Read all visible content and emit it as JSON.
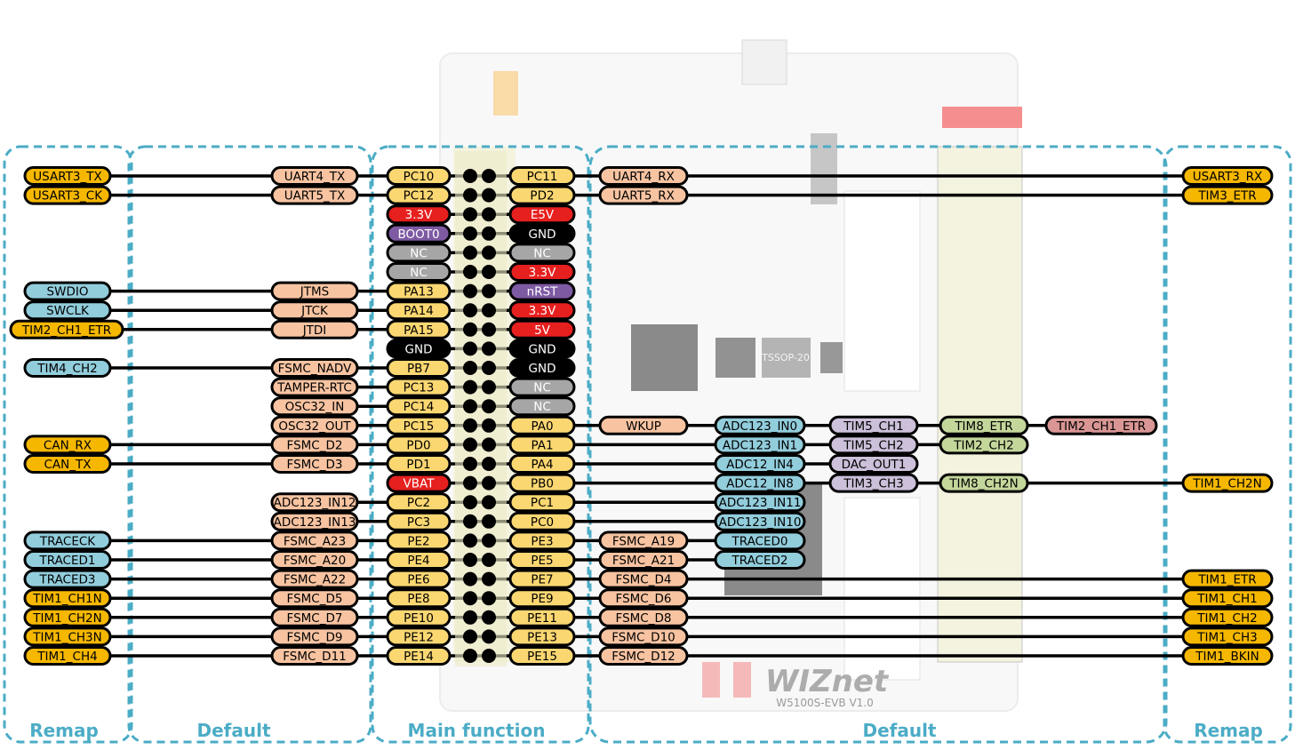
{
  "sections": [
    {
      "id": "remap-left",
      "label": "Remap"
    },
    {
      "id": "default-left",
      "label": "Default"
    },
    {
      "id": "main",
      "label": "Main function"
    },
    {
      "id": "default-right",
      "label": "Default"
    },
    {
      "id": "remap-right",
      "label": "Remap"
    }
  ],
  "board": {
    "brand": "WIZnet",
    "model": "W5100S-EVB V1.0",
    "chip_label": "TSSOP-20"
  },
  "colors": {
    "remap": "#F5B700",
    "default": "#F7C3A1",
    "main": "#FBD772",
    "power": "#E61F1F",
    "ground": "#000000",
    "nc": "#A6A6A6",
    "boot_reset": "#7E5AA3",
    "debug": "#92CDDC",
    "adc": "#92CDDC",
    "tim_purple": "#CCC0DA",
    "tim_green": "#C4D79B",
    "tim_red": "#D99694",
    "section_border": "#4BACC6",
    "section_label": "#4BACC6"
  },
  "rows": [
    {
      "l2": "USART3_TX",
      "l1": "UART4_TX",
      "m1": "PC10",
      "m2": "PC11",
      "r1": "UART4_RX",
      "rr": "USART3_RX"
    },
    {
      "l2": "USART3_CK",
      "l1": "UART5_TX",
      "m1": "PC12",
      "m2": "PD2",
      "r1": "UART5_RX",
      "rr": "TIM3_ETR"
    },
    {
      "m1": "3.3V",
      "m1t": "power",
      "m2": "E5V",
      "m2t": "power"
    },
    {
      "m1": "BOOT0",
      "m1t": "boot",
      "m2": "GND",
      "m2t": "gnd"
    },
    {
      "m1": "NC",
      "m1t": "nc",
      "m2": "NC",
      "m2t": "nc"
    },
    {
      "m1": "NC",
      "m1t": "nc",
      "m2": "3.3V",
      "m2t": "power"
    },
    {
      "l2": "SWDIO",
      "l2t": "debug",
      "l1": "JTMS",
      "m1": "PA13",
      "m2": "nRST",
      "m2t": "boot"
    },
    {
      "l2": "SWCLK",
      "l2t": "debug",
      "l1": "JTCK",
      "m1": "PA14",
      "m2": "3.3V",
      "m2t": "power"
    },
    {
      "l2": "TIM2_CH1_ETR",
      "l2t": "remapwide",
      "l1": "JTDI",
      "m1": "PA15",
      "m2": "5V",
      "m2t": "power"
    },
    {
      "m1": "GND",
      "m1t": "gnd",
      "m2": "GND",
      "m2t": "gnd"
    },
    {
      "l2": "TIM4_CH2",
      "l2t": "debug",
      "l1": "FSMC_NADV",
      "m1": "PB7",
      "m2": "GND",
      "m2t": "gnd"
    },
    {
      "l1": "TAMPER-RTC",
      "m1": "PC13",
      "m2": "NC",
      "m2t": "nc"
    },
    {
      "l1": "OSC32_IN",
      "m1": "PC14",
      "m2": "NC",
      "m2t": "nc"
    },
    {
      "l1": "OSC32_OUT",
      "m1": "PC15",
      "m2": "PA0",
      "r1": "WKUP",
      "r2": "ADC123_IN0",
      "r3": "TIM5_CH1",
      "r4": "TIM8_ETR",
      "r5": "TIM2_CH1_ETR"
    },
    {
      "l2": "CAN_RX",
      "l1": "FSMC_D2",
      "m1": "PD0",
      "m2": "PA1",
      "r2": "ADC123_IN1",
      "r3": "TIM5_CH2",
      "r4": "TIM2_CH2"
    },
    {
      "l2": "CAN_TX",
      "l1": "FSMC_D3",
      "m1": "PD1",
      "m2": "PA4",
      "r2": "ADC12_IN4",
      "r3": "DAC_OUT1"
    },
    {
      "m1": "VBAT",
      "m1t": "power",
      "m2": "PB0",
      "r2": "ADC12_IN8",
      "r3": "TIM3_CH3",
      "r4": "TIM8_CH2N",
      "rr": "TIM1_CH2N"
    },
    {
      "l1": "ADC123_IN12",
      "m1": "PC2",
      "m2": "PC1",
      "r2": "ADC123_IN11"
    },
    {
      "l1": "ADC123_IN13",
      "m1": "PC3",
      "m2": "PC0",
      "r2": "ADC123_IN10"
    },
    {
      "l2": "TRACECK",
      "l2t": "debug",
      "l1": "FSMC_A23",
      "m1": "PE2",
      "m2": "PE3",
      "r1": "FSMC_A19",
      "r2": "TRACED0"
    },
    {
      "l2": "TRACED1",
      "l2t": "debug",
      "l1": "FSMC_A20",
      "m1": "PE4",
      "m2": "PE5",
      "r1": "FSMC_A21",
      "r2": "TRACED2"
    },
    {
      "l2": "TRACED3",
      "l2t": "debug",
      "l1": "FSMC_A22",
      "m1": "PE6",
      "m2": "PE7",
      "r1": "FSMC_D4",
      "rr": "TIM1_ETR"
    },
    {
      "l2": "TIM1_CH1N",
      "l1": "FSMC_D5",
      "m1": "PE8",
      "m2": "PE9",
      "r1": "FSMC_D6",
      "rr": "TIM1_CH1"
    },
    {
      "l2": "TIM1_CH2N",
      "l1": "FSMC_D7",
      "m1": "PE10",
      "m2": "PE11",
      "r1": "FSMC_D8",
      "rr": "TIM1_CH2"
    },
    {
      "l2": "TIM1_CH3N",
      "l1": "FSMC_D9",
      "m1": "PE12",
      "m2": "PE13",
      "r1": "FSMC_D10",
      "rr": "TIM1_CH3"
    },
    {
      "l2": "TIM1_CH4",
      "l1": "FSMC_D11",
      "m1": "PE14",
      "m2": "PE15",
      "r1": "FSMC_D12",
      "rr": "TIM1_BKIN"
    }
  ]
}
